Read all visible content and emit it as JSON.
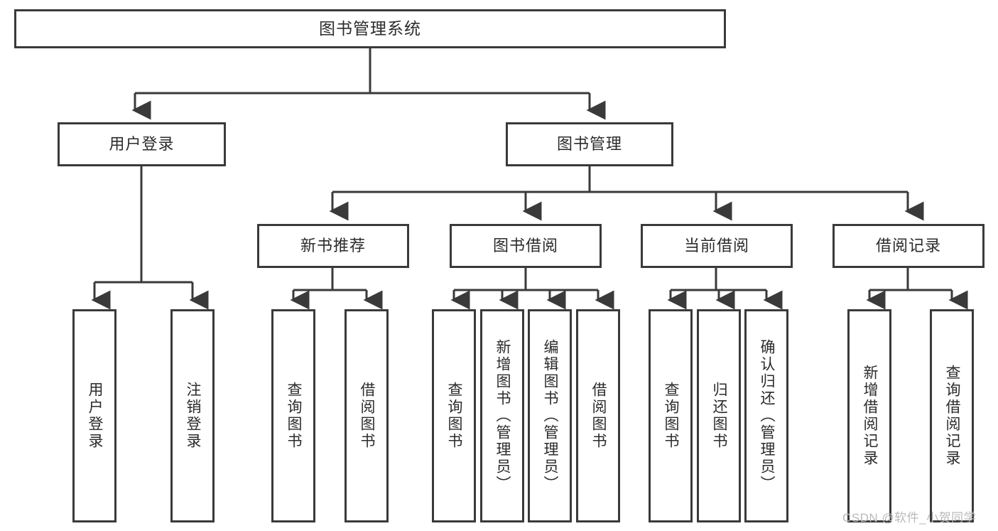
{
  "diagram": {
    "title": "图书管理系统",
    "type": "hierarchy-tree",
    "stroke_color": "#3a3a3a",
    "text_color": "#2b2b2b",
    "background_color": "#ffffff"
  },
  "root": {
    "label": "图书管理系统"
  },
  "level2": [
    {
      "label": "用户登录"
    },
    {
      "label": "图书管理"
    }
  ],
  "level3": [
    {
      "label": "新书推荐"
    },
    {
      "label": "图书借阅"
    },
    {
      "label": "当前借阅"
    },
    {
      "label": "借阅记录"
    }
  ],
  "leaves": {
    "user_login": [
      {
        "label": "用户登录"
      },
      {
        "label": "注销登录"
      }
    ],
    "new_book_recommend": [
      {
        "label": "查询图书"
      },
      {
        "label": "借阅图书"
      }
    ],
    "book_borrow": [
      {
        "label": "查询图书"
      },
      {
        "label": "新增图书（管理员）"
      },
      {
        "label": "编辑图书（管理员）"
      },
      {
        "label": "借阅图书"
      }
    ],
    "current_borrow": [
      {
        "label": "查询图书"
      },
      {
        "label": "归还图书"
      },
      {
        "label": "确认归还（管理员）"
      }
    ],
    "borrow_record": [
      {
        "label": "新增借阅记录"
      },
      {
        "label": "查询借阅记录"
      }
    ]
  },
  "watermark": {
    "text": "CSDN @软件_小贺同学"
  }
}
